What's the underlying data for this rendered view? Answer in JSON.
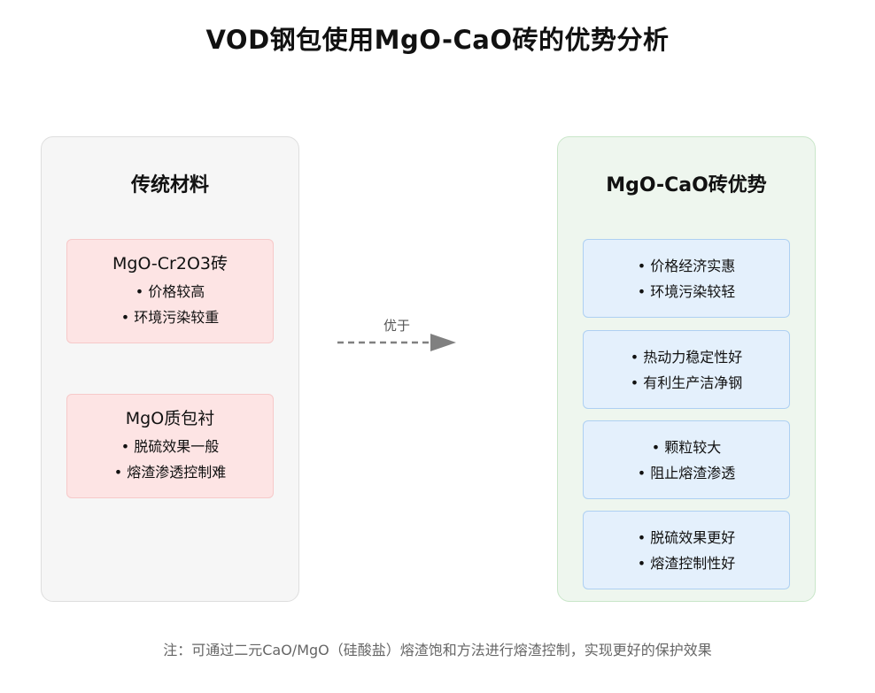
{
  "title": "VOD钢包使用MgO-CaO砖的优势分析",
  "left_panel": {
    "title": "传统材料",
    "boxes": [
      {
        "heading": "MgO-Cr2O3砖",
        "bullets": [
          "• 价格较高",
          "• 环境污染较重"
        ]
      },
      {
        "heading": "MgO质包衬",
        "bullets": [
          "• 脱硫效果一般",
          "• 熔渣渗透控制难"
        ]
      }
    ]
  },
  "arrow": {
    "label": "优于"
  },
  "right_panel": {
    "title": "MgO-CaO砖优势",
    "boxes": [
      {
        "bullets": [
          "• 价格经济实惠",
          "• 环境污染较轻"
        ]
      },
      {
        "bullets": [
          "• 热动力稳定性好",
          "• 有利生产洁净钢"
        ]
      },
      {
        "bullets": [
          "• 颗粒较大",
          "• 阻止熔渣渗透"
        ]
      },
      {
        "bullets": [
          "• 脱硫效果更好",
          "• 熔渣控制性好"
        ]
      }
    ]
  },
  "note": "注：可通过二元CaO/MgO（硅酸盐）熔渣饱和方法进行熔渣控制，实现更好的保护效果",
  "colors": {
    "left_panel_bg": "#f6f6f6",
    "right_panel_bg": "#eef6ee",
    "red_box_bg": "#fde4e4",
    "blue_box_bg": "#e4f0fc",
    "arrow": "#808080"
  }
}
